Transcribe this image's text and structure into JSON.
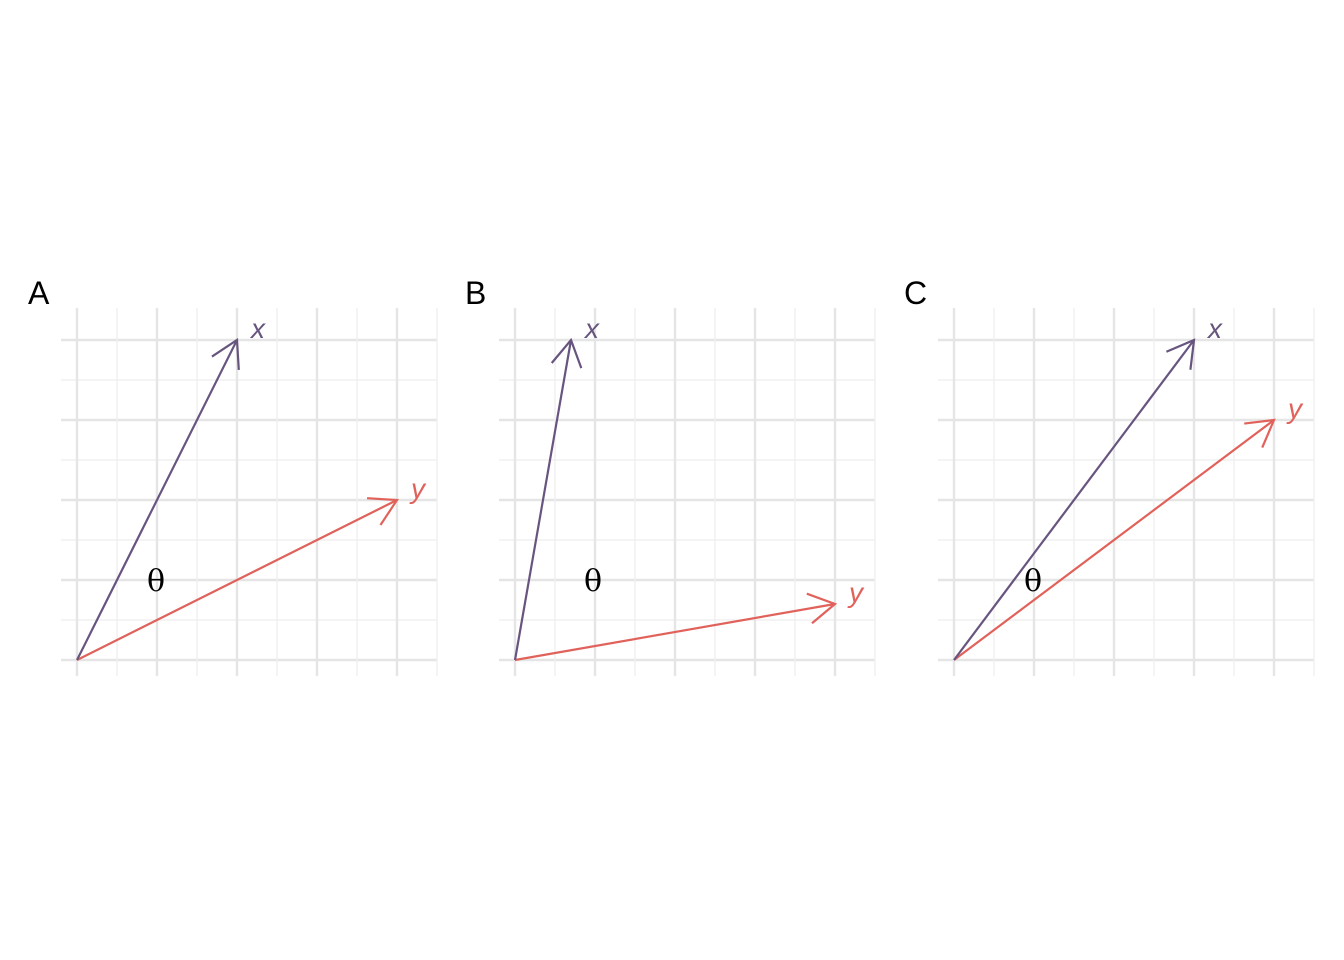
{
  "colors": {
    "x_vector": "#67557f",
    "y_vector": "#e0625b",
    "grid_major": "#e5e5e5",
    "grid_minor": "#f0f0f0",
    "background": "#ffffff"
  },
  "grid": {
    "xlim": [
      0,
      9
    ],
    "ylim": [
      0,
      8
    ],
    "major_step": 2,
    "minor_step": 1
  },
  "panels": [
    {
      "tag": "A",
      "x_label": "x",
      "y_label": "y",
      "angle_label": "θ",
      "x_vector": [
        4,
        8
      ],
      "y_vector": [
        8,
        4
      ]
    },
    {
      "tag": "B",
      "x_label": "x",
      "y_label": "y",
      "angle_label": "θ",
      "x_vector": [
        1.4,
        8
      ],
      "y_vector": [
        8,
        1.4
      ]
    },
    {
      "tag": "C",
      "x_label": "x",
      "y_label": "y",
      "angle_label": "θ",
      "x_vector": [
        6,
        8
      ],
      "y_vector": [
        8,
        6
      ]
    }
  ]
}
